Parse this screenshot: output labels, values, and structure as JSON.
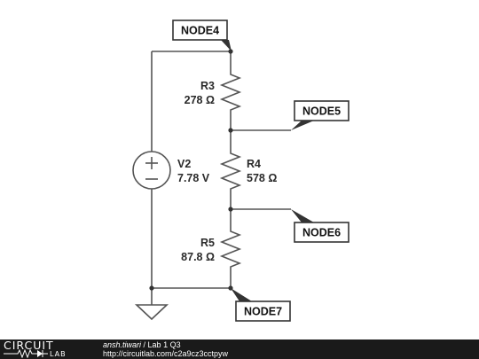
{
  "components": {
    "v2": {
      "name": "V2",
      "value": "7.78 V"
    },
    "r3": {
      "name": "R3",
      "value": "278 Ω"
    },
    "r4": {
      "name": "R4",
      "value": "578 Ω"
    },
    "r5": {
      "name": "R5",
      "value": "87.8 Ω"
    }
  },
  "nodes": [
    "NODE4",
    "NODE5",
    "NODE6",
    "NODE7"
  ],
  "footer": {
    "logo_top": "CIRCUIT",
    "logo_bottom": "LAB",
    "author": "ansh.tiwari",
    "separator": " / ",
    "title": "Lab 1 Q3",
    "url": "http://circuitlab.com/c2a9cz3cctpyw"
  }
}
